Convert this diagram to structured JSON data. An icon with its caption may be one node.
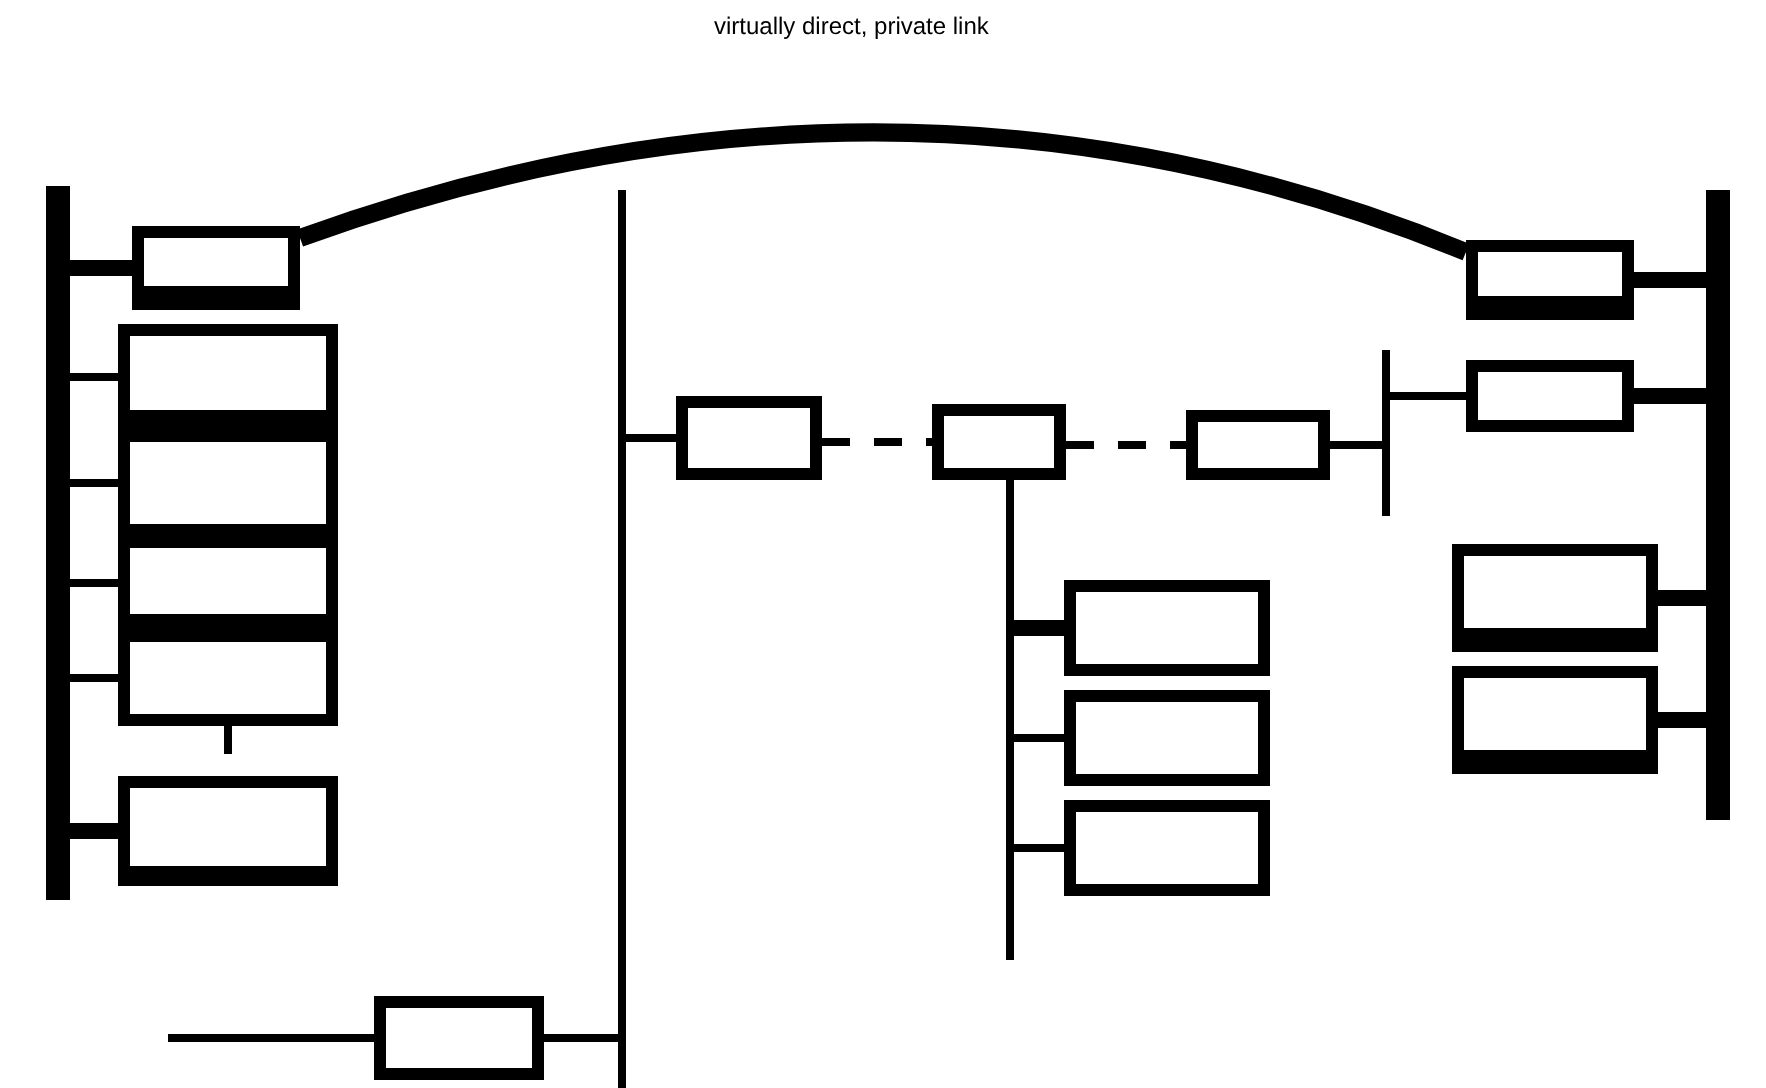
{
  "diagram": {
    "nodes": [
      {
        "text": [],
        "shape": "bar"
      },
      {
        "text": [],
        "shape": "box"
      },
      {
        "text": [],
        "shape": "box"
      },
      {
        "text": [],
        "shape": "box"
      },
      {
        "text": [],
        "shape": "box"
      },
      {
        "text": [],
        "shape": "box"
      },
      {
        "text": [],
        "shape": "box"
      },
      {
        "text": [],
        "shape": "bar"
      },
      {
        "text": [],
        "shape": "box"
      },
      {
        "text": [],
        "shape": "box"
      },
      {
        "text": [],
        "shape": "box"
      },
      {
        "text": [],
        "shape": "bar"
      },
      {
        "text": [],
        "shape": "box"
      },
      {
        "text": [],
        "shape": "box"
      },
      {
        "text": [],
        "shape": "box"
      },
      {
        "text": [],
        "shape": "box"
      },
      {
        "text": [],
        "shape": "bar"
      },
      {
        "text": [],
        "shape": "bar"
      },
      {
        "text": [],
        "shape": "box"
      },
      {
        "text": [],
        "shape": "box"
      },
      {
        "text": [],
        "shape": "box"
      },
      {
        "text": [],
        "shape": "box"
      }
    ],
    "edges": [
      {
        "from": 0,
        "to": 1,
        "arrow": "none",
        "style": "thick"
      },
      {
        "from": 0,
        "to": 2,
        "arrow": "none"
      },
      {
        "from": 0,
        "to": 3,
        "arrow": "none"
      },
      {
        "from": 0,
        "to": 4,
        "arrow": "none"
      },
      {
        "from": 0,
        "to": 5,
        "arrow": "none"
      },
      {
        "from": 0,
        "to": 6,
        "arrow": "none",
        "style": "thick"
      },
      {
        "from": 5,
        "to": 6,
        "arrow": "none",
        "style": "dashed"
      },
      {
        "from": 1,
        "to": 12,
        "arrow": "none",
        "label": "virtually direct, private link",
        "style": "thick"
      },
      {
        "from": 7,
        "to": 8,
        "arrow": "none"
      },
      {
        "from": 8,
        "to": 9,
        "arrow": "none",
        "style": "dashed"
      },
      {
        "from": 9,
        "to": 10,
        "arrow": "none",
        "style": "dashed"
      },
      {
        "from": 10,
        "to": 11,
        "arrow": "none"
      },
      {
        "from": 11,
        "to": 13,
        "arrow": "none"
      },
      {
        "from": 12,
        "to": 16,
        "arrow": "none",
        "style": "thick"
      },
      {
        "from": 13,
        "to": 16,
        "arrow": "none",
        "style": "thick"
      },
      {
        "from": 14,
        "to": 16,
        "arrow": "none",
        "style": "thick"
      },
      {
        "from": 15,
        "to": 16,
        "arrow": "none",
        "style": "thick"
      },
      {
        "from": 9,
        "to": 17,
        "arrow": "none"
      },
      {
        "from": 17,
        "to": 18,
        "arrow": "none",
        "style": "thick"
      },
      {
        "from": 17,
        "to": 19,
        "arrow": "none"
      },
      {
        "from": 17,
        "to": 20,
        "arrow": "none"
      },
      {
        "from": 21,
        "to": 7,
        "arrow": "none"
      },
      {
        "from": null,
        "to": 21,
        "arrow": "none"
      }
    ]
  }
}
